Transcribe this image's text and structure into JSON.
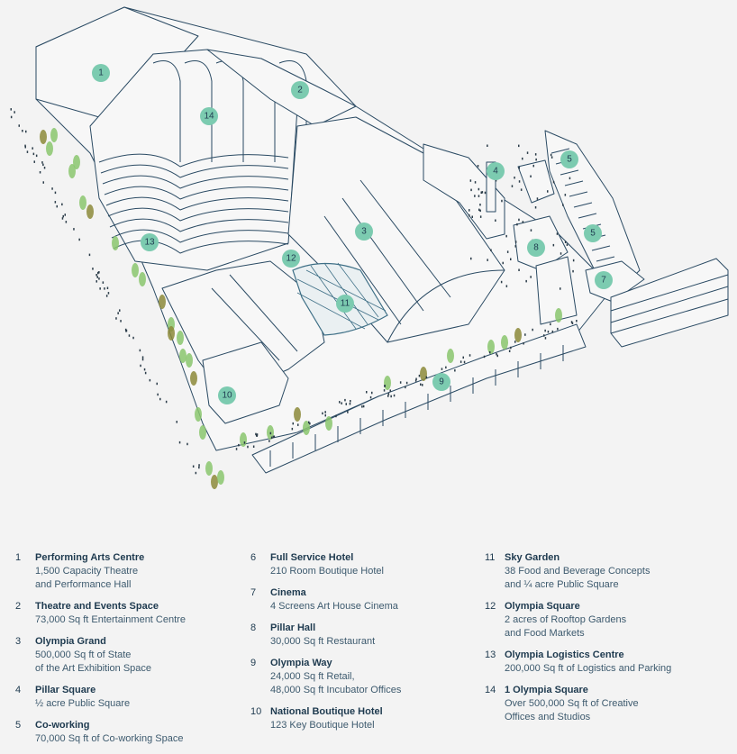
{
  "diagram": {
    "badges": [
      "1",
      "2",
      "3",
      "4",
      "5",
      "5",
      "7",
      "8",
      "9",
      "10",
      "11",
      "12",
      "13",
      "14"
    ],
    "colors": {
      "badge": "#7ccbb0",
      "outline": "#2a4a63",
      "tree_green": "#8ac66d",
      "tree_olive": "#8c8a3a",
      "glasshouse": "#3e6f86"
    }
  },
  "legend": {
    "columns": [
      [
        {
          "num": "1",
          "title": "Performing Arts Centre",
          "desc": [
            "1,500 Capacity Theatre",
            "and Performance Hall"
          ]
        },
        {
          "num": "2",
          "title": "Theatre and Events Space",
          "desc": [
            "73,000 Sq ft Entertainment Centre"
          ]
        },
        {
          "num": "3",
          "title": "Olympia Grand",
          "desc": [
            "500,000 Sq ft of State",
            "of the Art Exhibition Space"
          ]
        },
        {
          "num": "4",
          "title": "Pillar Square",
          "desc": [
            "½ acre Public Square"
          ]
        },
        {
          "num": "5",
          "title": "Co-working",
          "desc": [
            "70,000 Sq ft of Co-working Space"
          ]
        }
      ],
      [
        {
          "num": "6",
          "title": "Full Service Hotel",
          "desc": [
            "210 Room Boutique Hotel"
          ]
        },
        {
          "num": "7",
          "title": "Cinema",
          "desc": [
            "4 Screens Art House Cinema"
          ]
        },
        {
          "num": "8",
          "title": "Pillar Hall",
          "desc": [
            "30,000 Sq ft Restaurant"
          ]
        },
        {
          "num": "9",
          "title": "Olympia Way",
          "desc": [
            "24,000 Sq ft Retail,",
            "48,000 Sq ft Incubator Offices"
          ]
        },
        {
          "num": "10",
          "title": "National Boutique Hotel",
          "desc": [
            "123 Key Boutique Hotel"
          ]
        }
      ],
      [
        {
          "num": "11",
          "title": "Sky Garden",
          "desc": [
            "38 Food and Beverage Concepts",
            "and ¼ acre Public Square"
          ]
        },
        {
          "num": "12",
          "title": "Olympia Square",
          "desc": [
            "2 acres of Rooftop Gardens",
            "and Food Markets"
          ]
        },
        {
          "num": "13",
          "title": "Olympia Logistics Centre",
          "desc": [
            "200,000 Sq ft of Logistics and Parking"
          ]
        },
        {
          "num": "14",
          "title": "1 Olympia Square",
          "desc": [
            "Over 500,000 Sq ft of Creative",
            "Offices and Studios"
          ]
        }
      ]
    ]
  }
}
